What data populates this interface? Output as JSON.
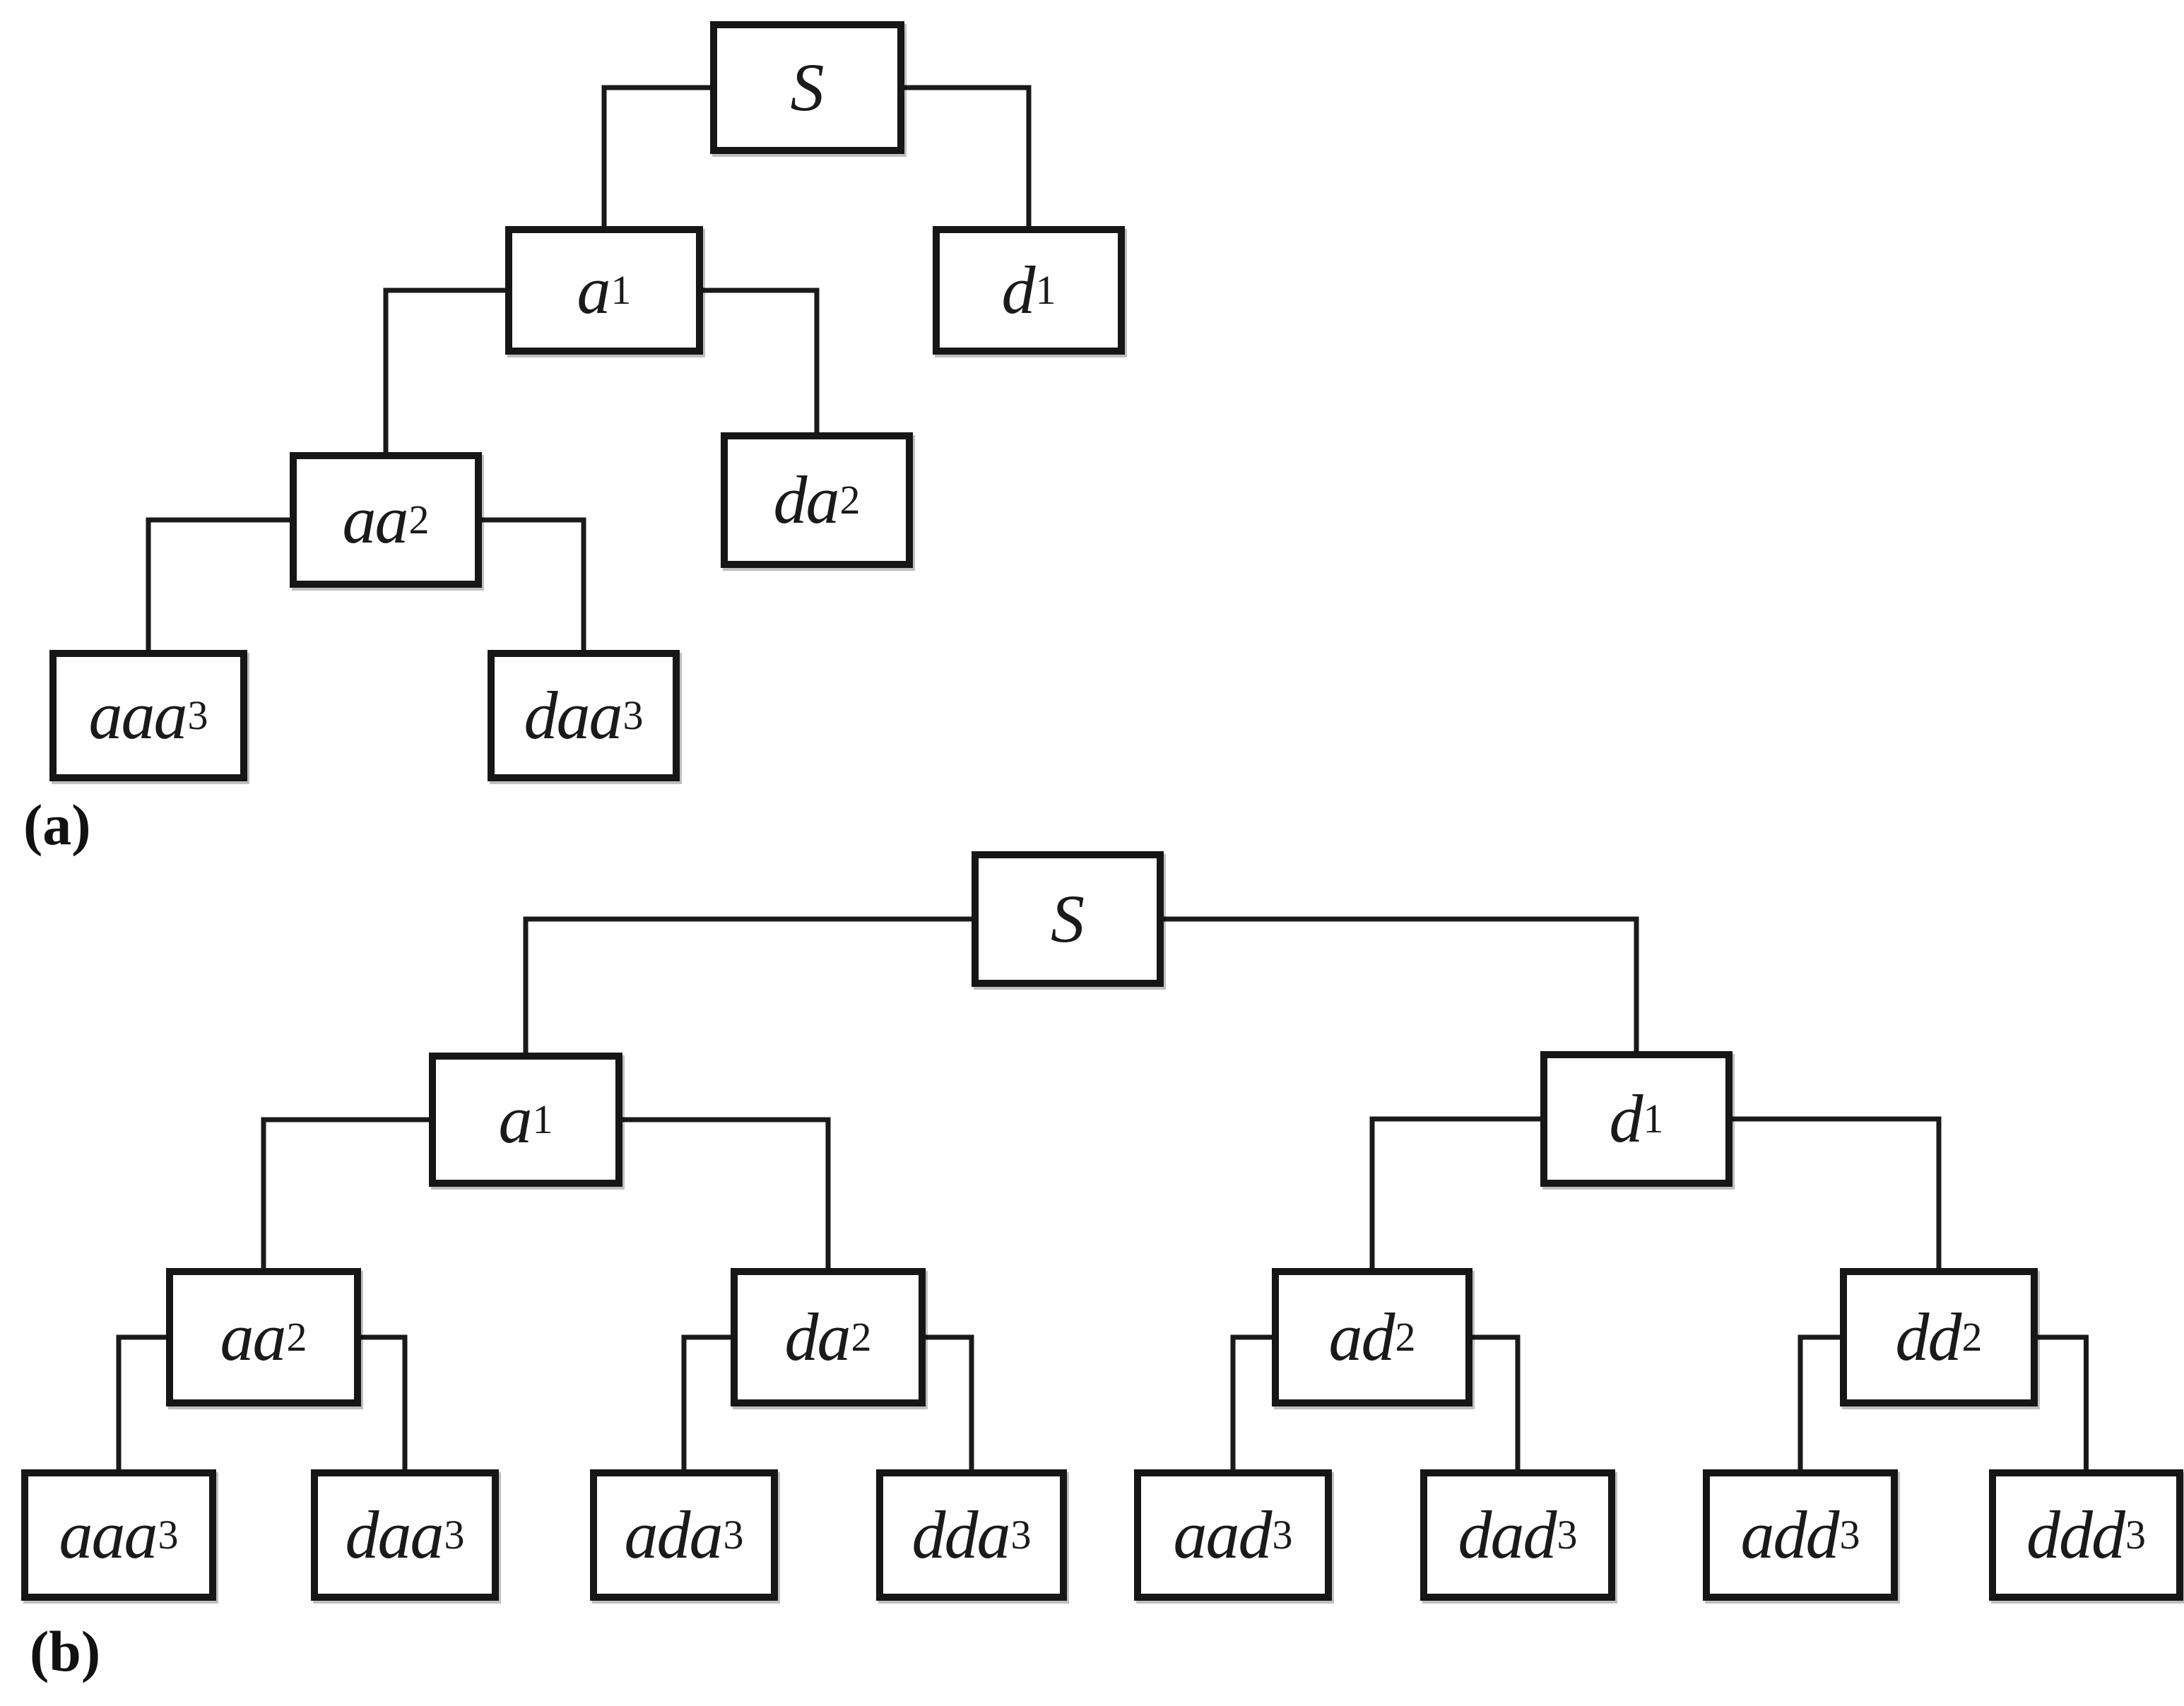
{
  "figure": {
    "colors": {
      "line": "#1a1a1a",
      "box_border": "#161616",
      "box_fill": "#fefefe",
      "background": "#ffffff",
      "text": "#1a1a1a"
    },
    "panels": [
      {
        "id": "a",
        "tag": "(a)",
        "nodes": [
          {
            "id": "S",
            "base": "S",
            "sub": ""
          },
          {
            "id": "a1",
            "base": "a",
            "sub": "1"
          },
          {
            "id": "d1",
            "base": "d",
            "sub": "1"
          },
          {
            "id": "aa2",
            "base": "aa",
            "sub": "2"
          },
          {
            "id": "da2",
            "base": "da",
            "sub": "2"
          },
          {
            "id": "aaa3",
            "base": "aaa",
            "sub": "3"
          },
          {
            "id": "daa3",
            "base": "daa",
            "sub": "3"
          }
        ],
        "edges": [
          [
            "S",
            "a1"
          ],
          [
            "S",
            "d1"
          ],
          [
            "a1",
            "aa2"
          ],
          [
            "a1",
            "da2"
          ],
          [
            "aa2",
            "aaa3"
          ],
          [
            "aa2",
            "daa3"
          ]
        ]
      },
      {
        "id": "b",
        "tag": "(b)",
        "nodes": [
          {
            "id": "S",
            "base": "S",
            "sub": ""
          },
          {
            "id": "a1",
            "base": "a",
            "sub": "1"
          },
          {
            "id": "d1",
            "base": "d",
            "sub": "1"
          },
          {
            "id": "aa2",
            "base": "aa",
            "sub": "2"
          },
          {
            "id": "da2",
            "base": "da",
            "sub": "2"
          },
          {
            "id": "ad2",
            "base": "ad",
            "sub": "2"
          },
          {
            "id": "dd2",
            "base": "dd",
            "sub": "2"
          },
          {
            "id": "aaa3",
            "base": "aaa",
            "sub": "3"
          },
          {
            "id": "daa3",
            "base": "daa",
            "sub": "3"
          },
          {
            "id": "ada3",
            "base": "ada",
            "sub": "3"
          },
          {
            "id": "dda3",
            "base": "dda",
            "sub": "3"
          },
          {
            "id": "aad3",
            "base": "aad",
            "sub": "3"
          },
          {
            "id": "dad3",
            "base": "dad",
            "sub": "3"
          },
          {
            "id": "add3",
            "base": "add",
            "sub": "3"
          },
          {
            "id": "ddd3",
            "base": "ddd",
            "sub": "3"
          }
        ],
        "edges": [
          [
            "S",
            "a1"
          ],
          [
            "S",
            "d1"
          ],
          [
            "a1",
            "aa2"
          ],
          [
            "a1",
            "da2"
          ],
          [
            "d1",
            "ad2"
          ],
          [
            "d1",
            "dd2"
          ],
          [
            "aa2",
            "aaa3"
          ],
          [
            "aa2",
            "daa3"
          ],
          [
            "da2",
            "ada3"
          ],
          [
            "da2",
            "dda3"
          ],
          [
            "ad2",
            "aad3"
          ],
          [
            "ad2",
            "dad3"
          ],
          [
            "dd2",
            "add3"
          ],
          [
            "dd2",
            "ddd3"
          ]
        ]
      }
    ]
  }
}
